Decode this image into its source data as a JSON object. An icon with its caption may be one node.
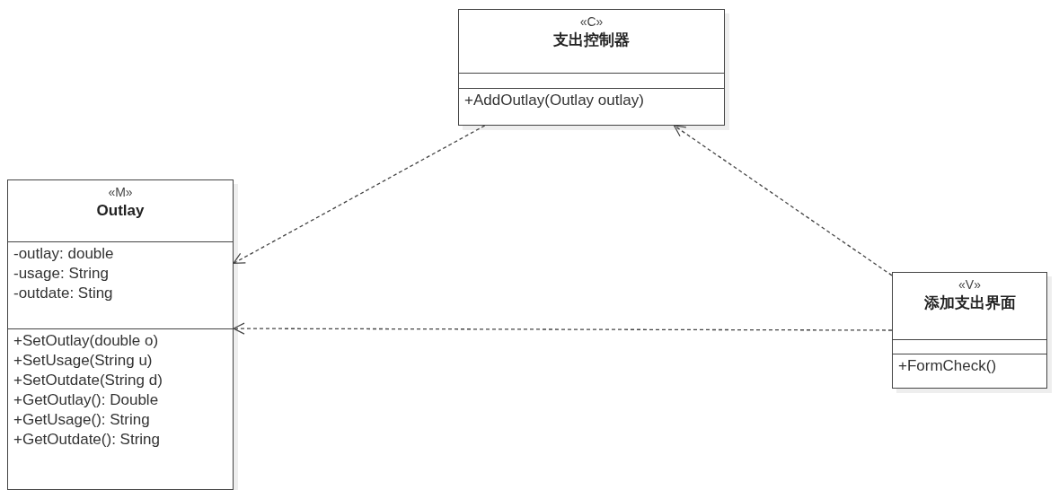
{
  "diagram": {
    "nodes": [
      {
        "text": [
          "«C»",
          "支出控制器",
          "+AddOutlay(Outlay outlay)"
        ]
      },
      {
        "text": [
          "«M»",
          "Outlay",
          "-outlay: double",
          "-usage: String",
          "-outdate: Sting",
          "+SetOutlay(double o)",
          "+SetUsage(String u)",
          "+SetOutdate(String d)",
          "+GetOutlay(): Double",
          "+GetUsage(): String",
          "+GetOutdate(): String"
        ]
      },
      {
        "text": [
          "«V»",
          "添加支出界面",
          "+FormCheck()"
        ]
      }
    ],
    "edges": [
      {
        "from": 0,
        "to": 1,
        "arrow": "to",
        "style": "dashed"
      },
      {
        "from": 2,
        "to": 0,
        "arrow": "to",
        "style": "dashed"
      },
      {
        "from": 2,
        "to": 1,
        "arrow": "to",
        "style": "dashed"
      }
    ]
  }
}
